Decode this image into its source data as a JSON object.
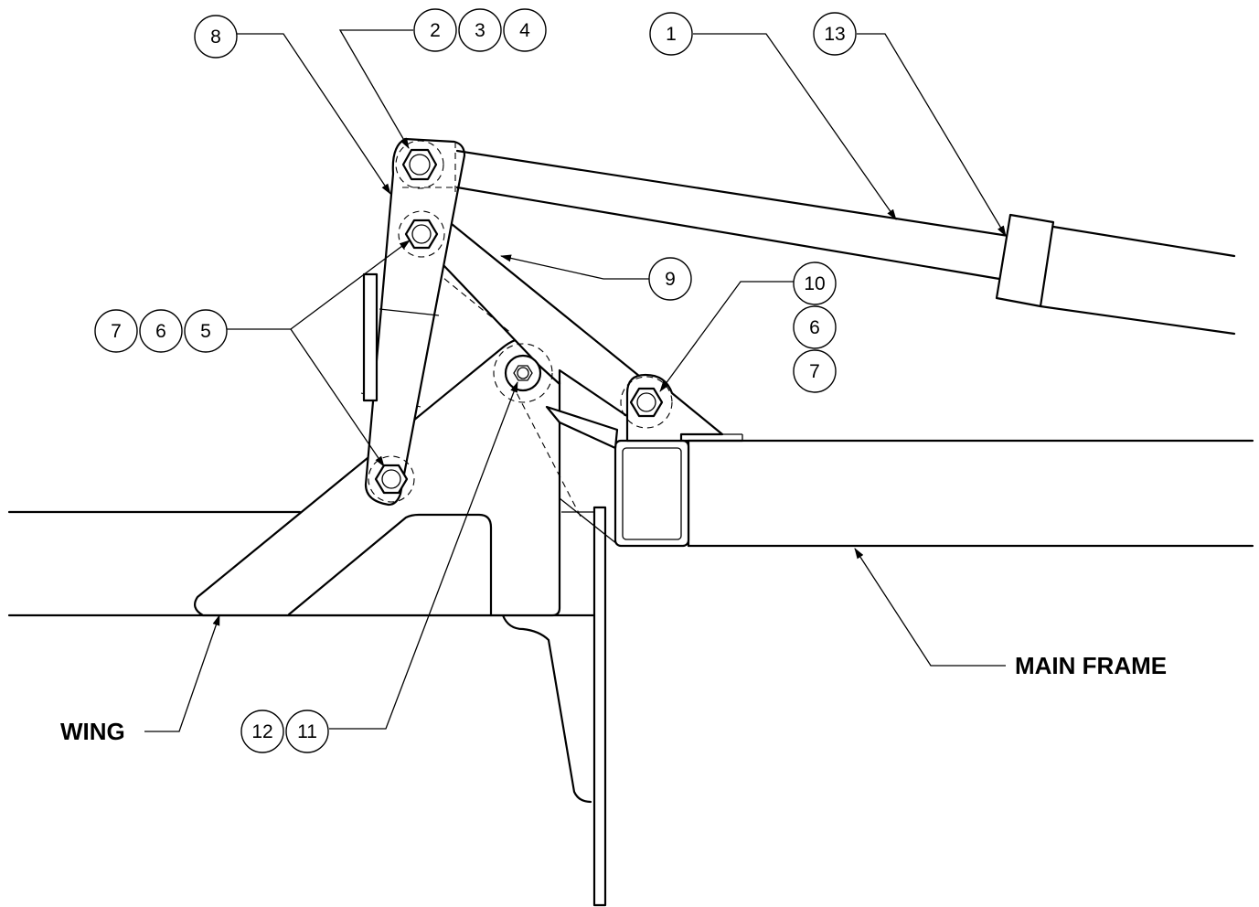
{
  "labels": {
    "wing": "WING",
    "main_frame": "MAIN FRAME"
  },
  "callouts": {
    "c1": "1",
    "c2": "2",
    "c3": "3",
    "c4": "4",
    "c5": "5",
    "c6a": "6",
    "c7a": "7",
    "c8": "8",
    "c9": "9",
    "c10": "10",
    "c6b": "6",
    "c7b": "7",
    "c11": "11",
    "c12": "12",
    "c13": "13"
  }
}
